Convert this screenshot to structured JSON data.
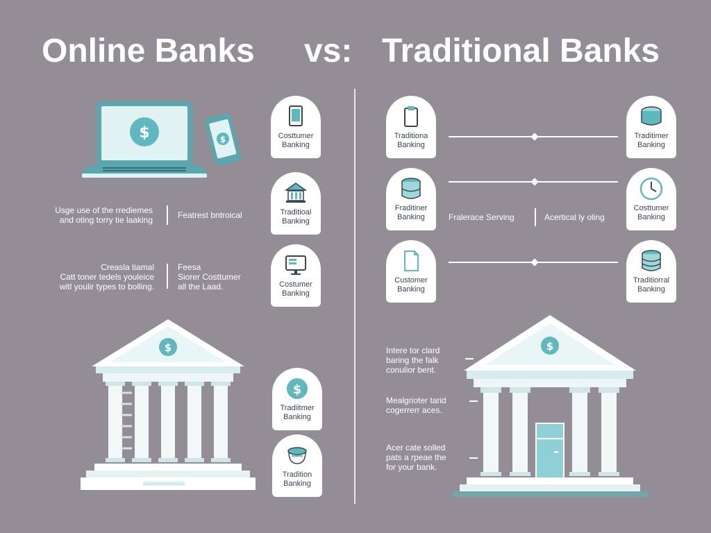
{
  "title": {
    "left": "Online Banks",
    "vs": "vs:",
    "right": "Traditional Banks"
  },
  "left_cards": [
    {
      "icon": "tablet-icon",
      "label": "Costtumer\nBanking"
    },
    {
      "icon": "bank-building-icon",
      "label": "Traditioal\nBanking"
    },
    {
      "icon": "monitor-icon",
      "label": "Costumer\nBanking"
    },
    {
      "icon": "dollar-coin-icon",
      "label": "Tradiitmer\nBanking"
    },
    {
      "icon": "piggy-jar-icon",
      "label": "Tradition\nBanking"
    }
  ],
  "left_texts": {
    "row1_left": "Usge use of the rrediemes\nand oting torry tie laaking",
    "row1_right": "Featrest bntroical",
    "row2_left": "Creasla tiamal\nCatt toner tedels youleice\nwitl youlir types to bolling.",
    "row2_right": "Feesa\nSiorer Costtumer\nall the Laad."
  },
  "right_cards_left": [
    {
      "icon": "clipboard-icon",
      "label": "Traditiona\nBanking"
    },
    {
      "icon": "database-icon",
      "label": "Fraditiner\nBanking"
    },
    {
      "icon": "document-icon",
      "label": "Customer\nBanking"
    }
  ],
  "right_cards_right": [
    {
      "icon": "cylinder-icon",
      "label": "Traditimer\nBanking"
    },
    {
      "icon": "clock-icon",
      "label": "Costtumer\nBanking"
    },
    {
      "icon": "stack-icon",
      "label": "Traditiorral\nBanking"
    }
  ],
  "right_texts": {
    "mid_left": "Fralerace Serving",
    "mid_right": "Acertical ly oling",
    "ann1": "Intere tor clard\nbaring the falk\nconulior bent.",
    "ann2": "Mealgrioter tarid\ncogerrerr aces.",
    "ann3": "Acer cate solled\npats a rpeae the\nfor your bank."
  },
  "colors": {
    "background": "#938d95",
    "accent": "#5fb8bd",
    "card": "#ffffff",
    "text_dark": "#374553"
  },
  "laptop_icon": "dollar-laptop-icon",
  "phone_icon": "dollar-phone-icon",
  "bank_left_icon": "dollar-bank-icon",
  "bank_right_icon": "dollar-bank-icon"
}
